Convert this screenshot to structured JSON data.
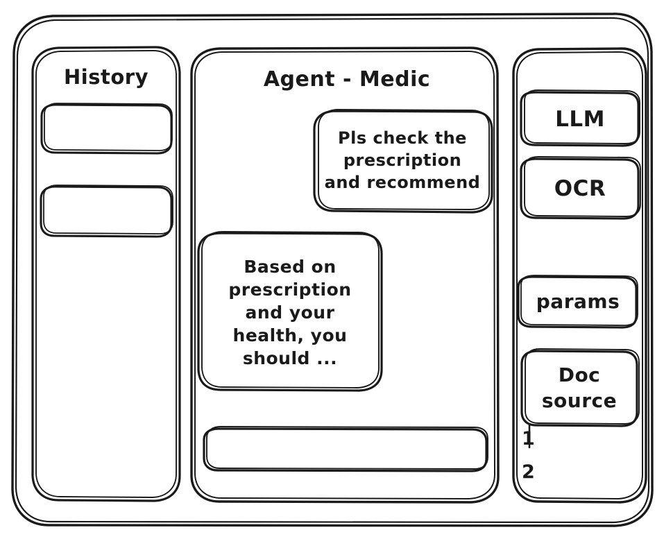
{
  "window": {
    "frame_label": "app-window"
  },
  "sidebar_left": {
    "title": "History",
    "items": [
      {
        "label": "",
        "name": "history-item-1"
      },
      {
        "label": "",
        "name": "history-item-2"
      }
    ]
  },
  "main": {
    "title": "Agent - Medic",
    "messages": [
      {
        "role": "user",
        "text": "Pls check the\nprescription\nand recommend"
      },
      {
        "role": "agent",
        "text": "Based on\nprescription\nand your\nhealth, you\nshould ..."
      }
    ],
    "composer": {
      "value": "",
      "placeholder": ""
    }
  },
  "sidebar_right": {
    "tools": [
      {
        "label": "LLM"
      },
      {
        "label": "OCR"
      },
      {
        "label": "params"
      },
      {
        "label": "Doc\nsource"
      }
    ],
    "doc_list": [
      {
        "label": "1"
      },
      {
        "label": "2"
      }
    ]
  },
  "style": {
    "stroke_color": "#1a1a1a",
    "background_color": "#ffffff"
  }
}
